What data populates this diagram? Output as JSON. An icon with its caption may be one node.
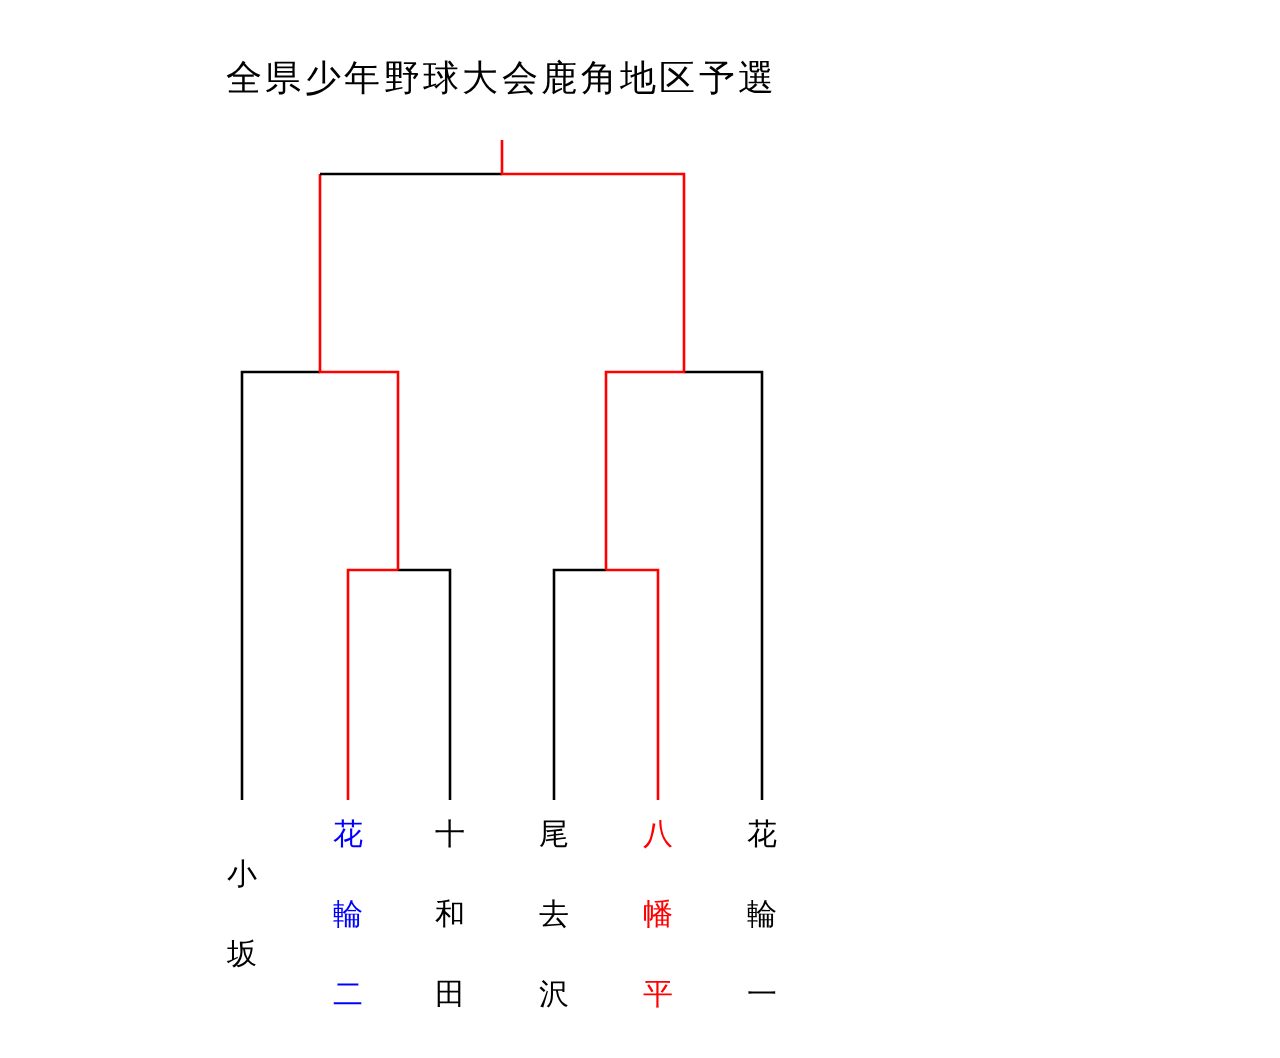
{
  "diagram": {
    "title": "全県少年野球大会鹿角地区予選",
    "nodes": [
      {
        "text": [
          "小坂"
        ]
      },
      {
        "text": [
          "花輪二"
        ]
      },
      {
        "text": [
          "十和田"
        ]
      },
      {
        "text": [
          "尾去沢"
        ]
      },
      {
        "text": [
          "八幡平"
        ]
      },
      {
        "text": [
          "花輪一"
        ]
      }
    ],
    "edges": [
      {
        "from": 0,
        "to": null,
        "arrow": "none"
      },
      {
        "from": 1,
        "to": null,
        "arrow": "none",
        "color": "#ff0000"
      },
      {
        "from": 2,
        "to": null,
        "arrow": "none"
      },
      {
        "from": 3,
        "to": null,
        "arrow": "none"
      },
      {
        "from": 4,
        "to": null,
        "arrow": "none",
        "color": "#ff0000"
      },
      {
        "from": 5,
        "to": null,
        "arrow": "none"
      }
    ]
  }
}
